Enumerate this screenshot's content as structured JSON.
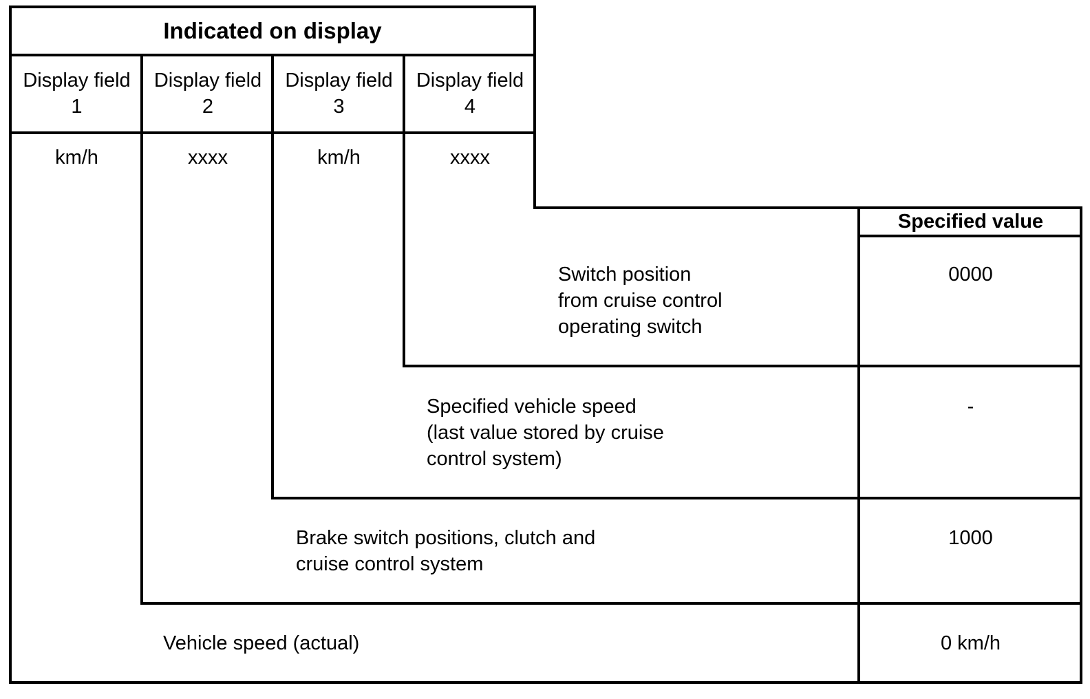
{
  "header": {
    "title": "Indicated on display"
  },
  "fields": [
    {
      "line1": "Display field",
      "line2": "1",
      "unit": "km/h"
    },
    {
      "line1": "Display field",
      "line2": "2",
      "unit": "xxxx"
    },
    {
      "line1": "Display field",
      "line2": "3",
      "unit": "km/h"
    },
    {
      "line1": "Display field",
      "line2": "4",
      "unit": "xxxx"
    }
  ],
  "specified_value_header": "Specified value",
  "rows": [
    {
      "lines": [
        "Switch position",
        "from cruise control",
        "operating switch"
      ],
      "value": "0000"
    },
    {
      "lines": [
        "Specified vehicle speed",
        "(last value stored by cruise",
        "control system)"
      ],
      "value": "-"
    },
    {
      "lines": [
        "Brake switch positions, clutch and",
        "cruise control system"
      ],
      "value": "1000"
    },
    {
      "lines": [
        "Vehicle speed (actual)"
      ],
      "value": "0 km/h"
    }
  ]
}
